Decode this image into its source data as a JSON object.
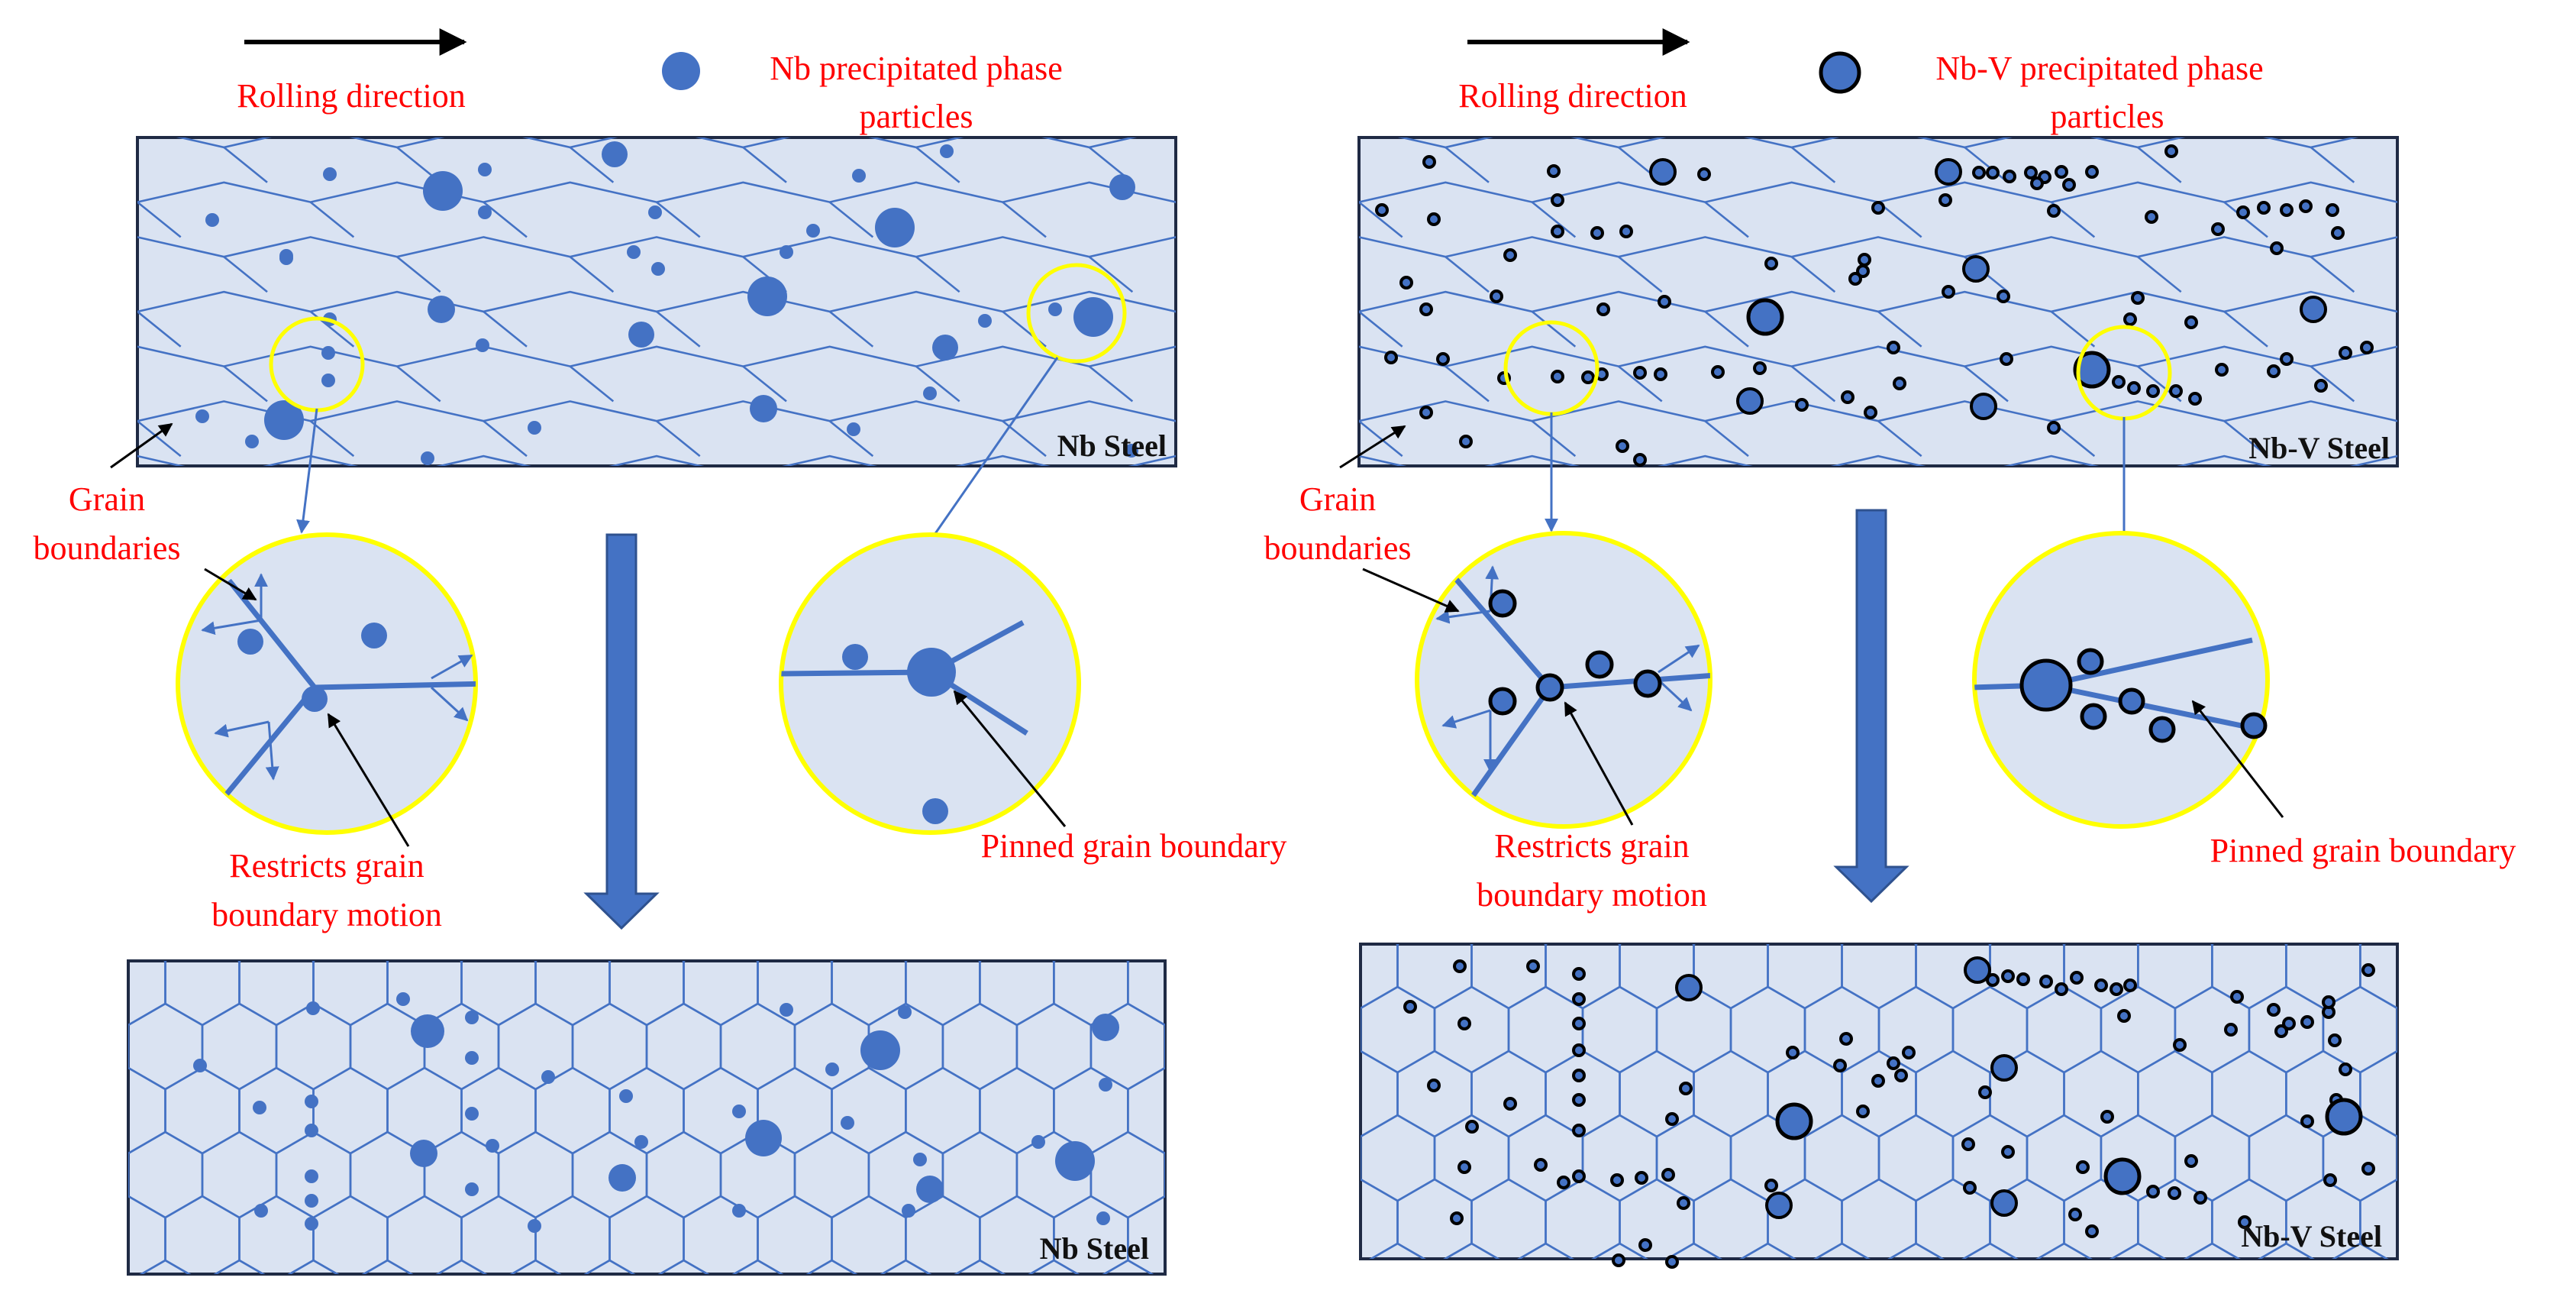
{
  "colors": {
    "background": "#ffffff",
    "panel_fill": "#dae3f2",
    "grain_boundary": "#4472c4",
    "particle": "#4472c4",
    "highlight": "#ffff00",
    "label_text": "#ff0000",
    "panel_border": "#1f2a44"
  },
  "left": {
    "direction_label": "Rolling direction",
    "legend_label_line1": "Nb precipitated phase",
    "legend_label_line2": "particles",
    "top_steel_label": "Nb Steel",
    "bottom_steel_label": "Nb Steel",
    "grain_label_line1": "Grain",
    "grain_label_line2": "boundaries",
    "restrict_label_line1": "Restricts grain",
    "restrict_label_line2": "boundary motion",
    "pinned_label": "Pinned grain boundary"
  },
  "right": {
    "direction_label": "Rolling direction",
    "legend_label_line1": "Nb-V precipitated phase",
    "legend_label_line2": "particles",
    "top_steel_label": "Nb-V Steel",
    "bottom_steel_label": "Nb-V Steel",
    "grain_label_line1": "Grain",
    "grain_label_line2": "boundaries",
    "restrict_label_line1": "Restricts grain",
    "restrict_label_line2": "boundary motion",
    "pinned_label": "Pinned grain boundary"
  }
}
